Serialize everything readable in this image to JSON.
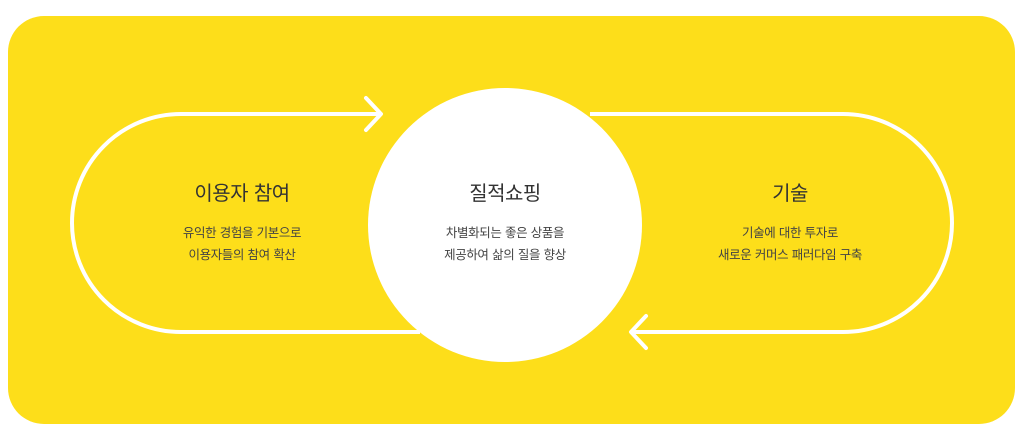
{
  "colors": {
    "background": "#FDDE1A",
    "loop": "#FFFFFF",
    "circle": "#FFFFFF",
    "text": "#333333"
  },
  "left": {
    "title": "이용자 참여",
    "lines": [
      "유익한 경험을 기본으로",
      "이용자들의 참여 확산"
    ]
  },
  "center": {
    "title": "질적쇼핑",
    "lines": [
      "차별화되는 좋은 상품을",
      "제공하여 삶의 질을 향상"
    ]
  },
  "right": {
    "title": "기술",
    "lines": [
      "기술에 대한 투자로",
      "새로운 커머스 패러다임 구축"
    ]
  }
}
